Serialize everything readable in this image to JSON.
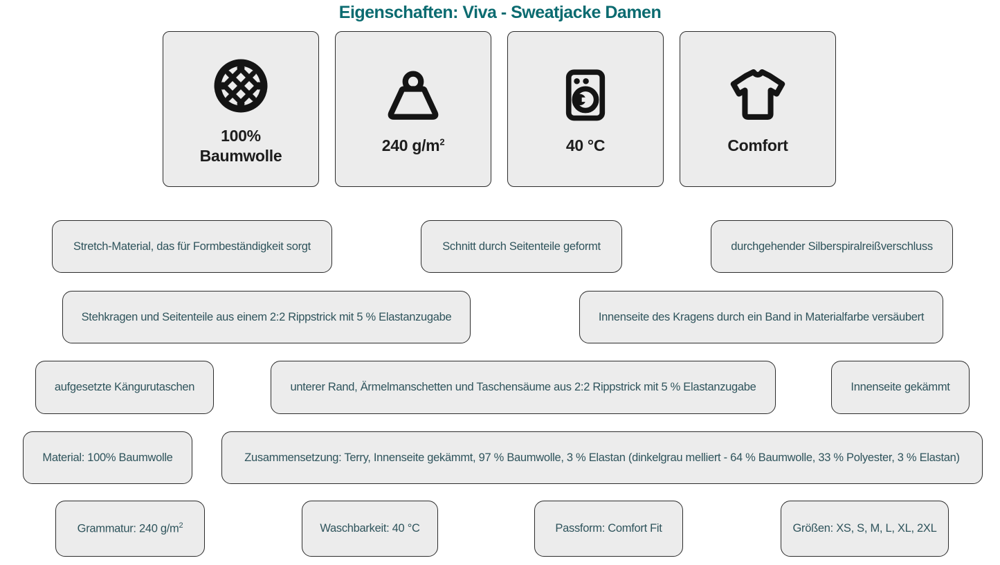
{
  "page": {
    "title": "Eigenschaften: Viva - Sweatjacke Damen"
  },
  "colors": {
    "title_teal": "#0B6B70",
    "badge_text": "#2F545C",
    "panel_bg": "#ECECEC",
    "border": "#2B2B2B",
    "icon": "#141414"
  },
  "cards": [
    {
      "icon": "fabric-weave-icon",
      "label": "100%\nBaumwolle"
    },
    {
      "icon": "weight-icon",
      "label": "240 g/m",
      "sup": "2"
    },
    {
      "icon": "washing-machine-icon",
      "label": "40 °C"
    },
    {
      "icon": "tshirt-icon",
      "label": "Comfort"
    }
  ],
  "badges": [
    {
      "text": "Stretch-Material, das für Formbeständigkeit sorgt"
    },
    {
      "text": "Schnitt durch Seitenteile geformt"
    },
    {
      "text": "durchgehender Silberspiralreißverschluss"
    },
    {
      "text": "Stehkragen und Seitenteile aus einem 2:2 Rippstrick mit 5 % Elastanzugabe"
    },
    {
      "text": "Innenseite des Kragens durch ein Band in Materialfarbe versäubert"
    },
    {
      "text": "aufgesetzte Kängurutaschen"
    },
    {
      "text": "unterer Rand, Ärmelmanschetten und Taschensäume aus 2:2 Rippstrick mit 5 % Elastanzugabe"
    },
    {
      "text": "Innenseite gekämmt"
    },
    {
      "text": "Material: 100% Baumwolle"
    },
    {
      "text": "Zusammensetzung: Terry, Innenseite gekämmt, 97 % Baumwolle, 3 % Elastan (dinkelgrau melliert - 64 % Baumwolle, 33 % Polyester, 3 % Elastan)"
    },
    {
      "text": "Grammatur: 240 g/m",
      "sup": "2"
    },
    {
      "text": "Waschbarkeit: 40 °C"
    },
    {
      "text": "Passform: Comfort Fit"
    },
    {
      "text": "Größen: XS, S, M, L, XL, 2XL"
    }
  ]
}
